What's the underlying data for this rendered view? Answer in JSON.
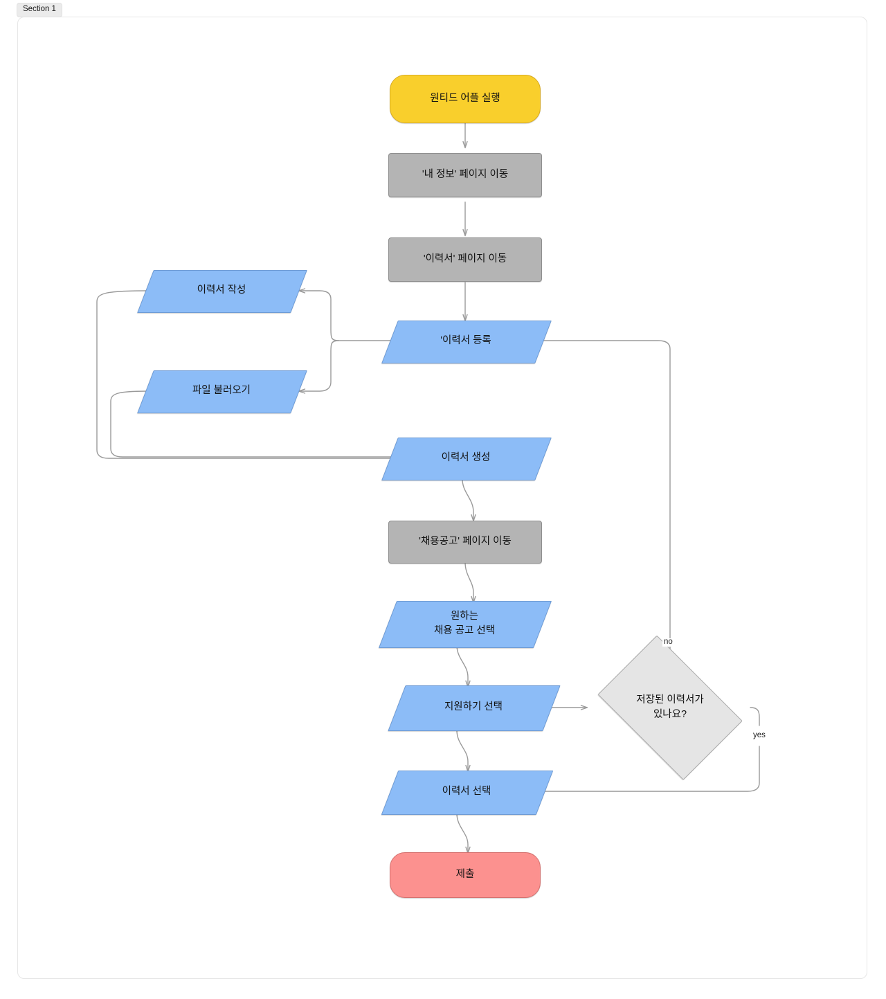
{
  "section": {
    "tab_label": "Section 1"
  },
  "diagram": {
    "type": "flowchart",
    "title": "",
    "language": "ko",
    "colors": {
      "start_fill": "#f9cf2c",
      "start_stroke": "#d8ab22",
      "end_fill": "#fc918f",
      "end_stroke": "#d4706e",
      "process_fill": "#b4b4b4",
      "process_stroke": "#8e8e8e",
      "io_fill": "#8cbcf7",
      "io_stroke": "#6d9ad4",
      "decision_fill": "#e5e5e5",
      "decision_stroke": "#a9a9a9",
      "edge_stroke": "#9a9a9a",
      "canvas_border": "#e6e6e6"
    },
    "nodes": [
      {
        "id": "start",
        "label": "원티드 어플 실행",
        "shape": "terminator"
      },
      {
        "id": "myinfo",
        "label": "'내 정보' 페이지 이동",
        "shape": "process"
      },
      {
        "id": "resume_page",
        "label": "'이력서' 페이지 이동",
        "shape": "process"
      },
      {
        "id": "resume_reg",
        "label": "'이력서 등록",
        "shape": "io"
      },
      {
        "id": "resume_write",
        "label": "이력서 작성",
        "shape": "io"
      },
      {
        "id": "file_load",
        "label": "파일 불러오기",
        "shape": "io"
      },
      {
        "id": "resume_make",
        "label": "이력서 생성",
        "shape": "io"
      },
      {
        "id": "jobs_page",
        "label": "'채용공고' 페이지 이동",
        "shape": "process"
      },
      {
        "id": "pick_job",
        "label": "원하는\n채용 공고 선택",
        "shape": "io"
      },
      {
        "id": "apply",
        "label": "지원하기 선택",
        "shape": "io"
      },
      {
        "id": "decision",
        "label": "저장된 이력서가\n있나요?",
        "shape": "decision"
      },
      {
        "id": "pick_resume",
        "label": "이력서 선택",
        "shape": "io"
      },
      {
        "id": "submit",
        "label": "제출",
        "shape": "terminator"
      }
    ],
    "edges": [
      {
        "from": "start",
        "to": "myinfo",
        "label": ""
      },
      {
        "from": "myinfo",
        "to": "resume_page",
        "label": ""
      },
      {
        "from": "resume_page",
        "to": "resume_reg",
        "label": ""
      },
      {
        "from": "resume_reg",
        "to": "resume_write",
        "label": ""
      },
      {
        "from": "resume_reg",
        "to": "file_load",
        "label": ""
      },
      {
        "from": "resume_write",
        "to": "resume_make",
        "label": ""
      },
      {
        "from": "file_load",
        "to": "resume_make",
        "label": ""
      },
      {
        "from": "resume_make",
        "to": "jobs_page",
        "label": ""
      },
      {
        "from": "jobs_page",
        "to": "pick_job",
        "label": ""
      },
      {
        "from": "pick_job",
        "to": "apply",
        "label": ""
      },
      {
        "from": "apply",
        "to": "decision",
        "label": ""
      },
      {
        "from": "decision",
        "to": "resume_reg",
        "label": "no"
      },
      {
        "from": "decision",
        "to": "pick_resume",
        "label": "yes"
      },
      {
        "from": "pick_resume",
        "to": "submit",
        "label": ""
      }
    ],
    "edge_labels": {
      "no": "no",
      "yes": "yes"
    }
  }
}
